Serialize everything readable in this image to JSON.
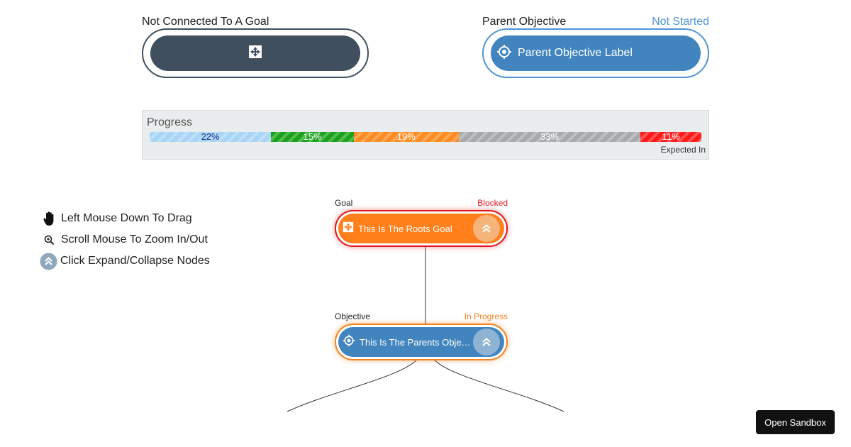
{
  "top": {
    "not_connected": {
      "label": "Not Connected To A Goal",
      "icon": "goal-icon",
      "color": "#3f4f5e"
    },
    "parent_objective": {
      "label": "Parent Objective",
      "status": "Not Started",
      "status_color": "#4f95d6",
      "pill_text": "Parent Objective Label",
      "icon": "objective-icon",
      "color": "#4285be"
    }
  },
  "progress": {
    "title": "Progress",
    "expected_label": "Expected In",
    "segments": [
      {
        "label": "22%",
        "value": 22,
        "color": "#a8d4f5",
        "text_color": "#1a2f8a"
      },
      {
        "label": "15%",
        "value": 15,
        "color": "#1aa31a",
        "text_color": "#ffffff"
      },
      {
        "label": "19%",
        "value": 19,
        "color": "#ff8a1e",
        "text_color": "#ffffff"
      },
      {
        "label": "33%",
        "value": 33,
        "color": "#a7a9ad",
        "text_color": "#ffffff"
      },
      {
        "label": "11%",
        "value": 11,
        "color": "#ff1a1a",
        "text_color": "#ffffff"
      }
    ]
  },
  "legend": {
    "drag": {
      "text": "Left Mouse Down To Drag",
      "icon": "hand-icon"
    },
    "zoom": {
      "text": "Scroll Mouse To Zoom In/Out",
      "icon": "zoom-icon"
    },
    "expand": {
      "text": "Click Expand/Collapse Nodes",
      "icon": "expand-collapse-icon"
    }
  },
  "tree": {
    "root": {
      "type_label": "Goal",
      "status": "Blocked",
      "status_color": "#e0161b",
      "text": "This Is The Roots Goal",
      "color": "#ff7f1a",
      "border_color": "#e0161b"
    },
    "parent": {
      "type_label": "Objective",
      "status": "In Progress",
      "status_color": "#f5821f",
      "text": "This Is The Parents Object...",
      "color": "#4285be",
      "border_color": "#f5821f"
    }
  },
  "sandbox_button": "Open Sandbox"
}
